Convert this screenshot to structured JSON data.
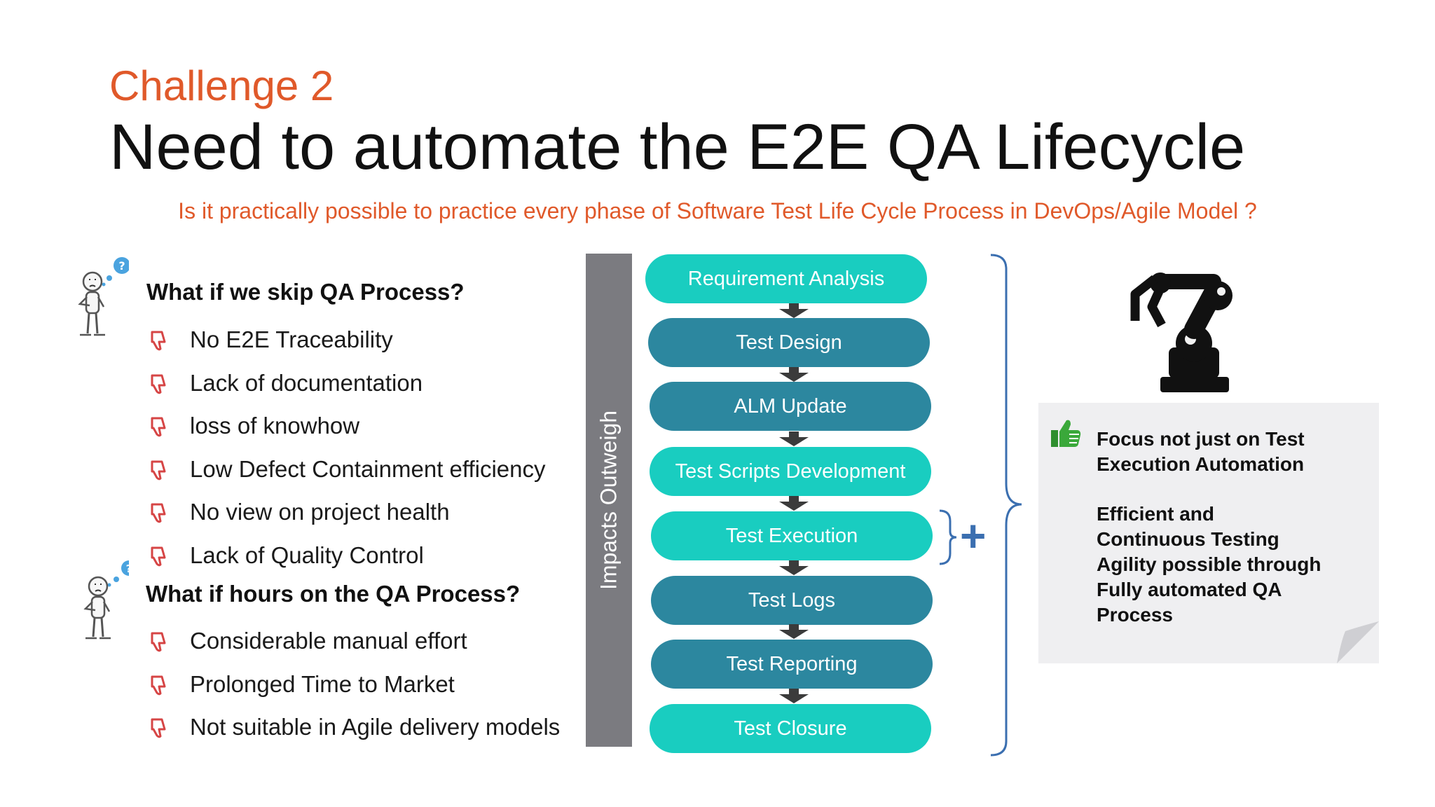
{
  "header": {
    "challenge": "Challenge 2",
    "title": "Need to automate the E2E QA Lifecycle",
    "subtitle": "Is it practically possible to practice every phase of Software Test Life Cycle Process in DevOps/Agile Model ?"
  },
  "left": {
    "q1": "What if we skip QA Process?",
    "q1_items": [
      "No E2E Traceability",
      "Lack of documentation",
      "loss of knowhow",
      "Low Defect Containment efficiency",
      "No view on project health",
      "Lack of Quality Control"
    ],
    "q2": "What if hours on the QA Process?",
    "q2_items": [
      "Considerable manual effort",
      "Prolonged Time to Market",
      "Not suitable in Agile delivery models"
    ]
  },
  "impacts_label": "Impacts Outweigh",
  "steps": [
    {
      "label": "Requirement Analysis",
      "style": "teal"
    },
    {
      "label": "Test Design",
      "style": "dark"
    },
    {
      "label": "ALM Update",
      "style": "dark"
    },
    {
      "label": "Test Scripts Development",
      "style": "teal"
    },
    {
      "label": "Test Execution",
      "style": "teal"
    },
    {
      "label": "Test Logs",
      "style": "dark"
    },
    {
      "label": "Test Reporting",
      "style": "dark"
    },
    {
      "label": "Test Closure",
      "style": "teal"
    }
  ],
  "plus_symbol": "+",
  "note": {
    "line1": "Focus not just on Test",
    "line2": "Execution Automation",
    "line3": "Efficient and",
    "line4": "Continuous Testing",
    "line5": "Agility possible through",
    "line6": "Fully automated QA",
    "line7": "Process"
  },
  "colors": {
    "accent_orange": "#e0592a",
    "teal": "#19cdc0",
    "dark_teal": "#2c879f",
    "bracket_blue": "#3b6fb0",
    "thumb_down_red": "#d64545",
    "thumb_up_green": "#3aa83a"
  }
}
